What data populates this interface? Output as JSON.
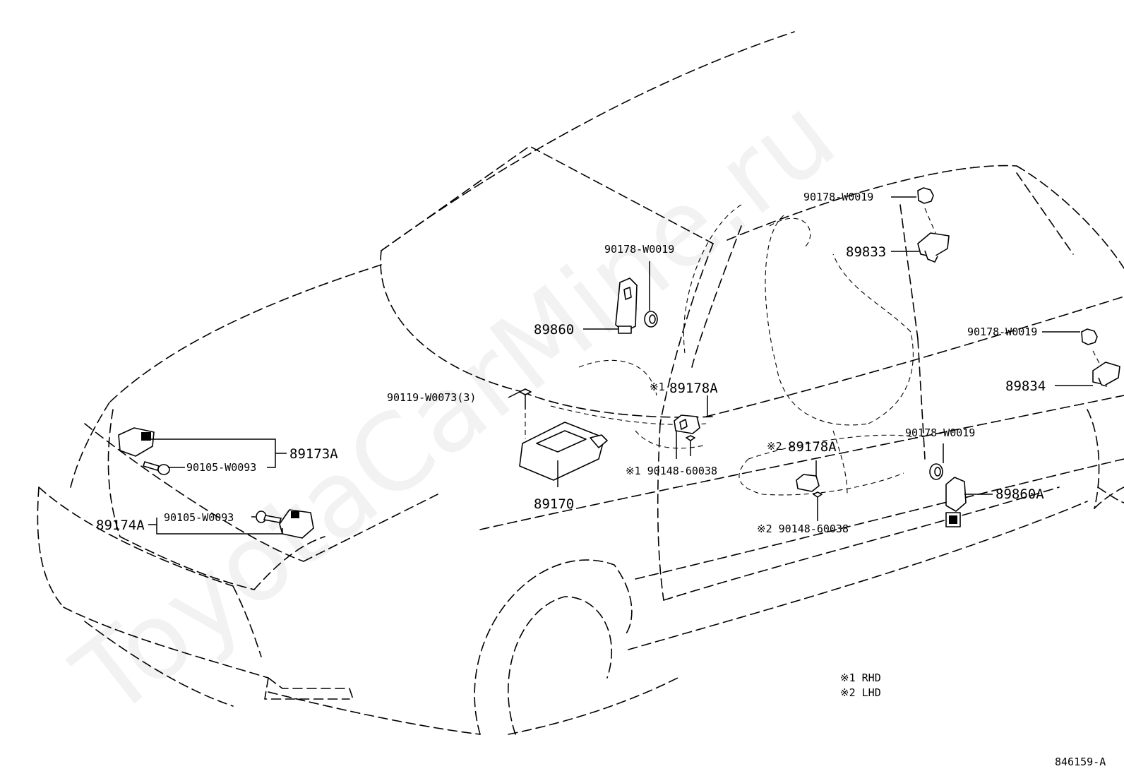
{
  "watermark": "ToyotaCarMine.ru",
  "labels": {
    "p90178_top": "90178-W0019",
    "p89833": "89833",
    "p90178_center": "90178-W0019",
    "p89860": "89860",
    "p90178_right": "90178-W0019",
    "p89834": "89834",
    "p89178a_1_mark": "※1",
    "p89178a_1": "89178A",
    "p90119": "90119-W0073(3)",
    "p89173a": "89173A",
    "p90105_upper": "90105-W0093",
    "p90148_1": "※1 90148-60038",
    "p89178a_2_mark": "※2",
    "p89178a_2": "89178A",
    "p90178_lower": "90178-W0019",
    "p89860a": "89860A",
    "p89174a": "89174A",
    "p90105_lower": "90105-W0093",
    "p89170": "89170",
    "p90148_2": "※2 90148-60038"
  },
  "notes": {
    "rhd": "※1 RHD",
    "lhd": "※2 LHD"
  },
  "diagram_id": "846159-A"
}
